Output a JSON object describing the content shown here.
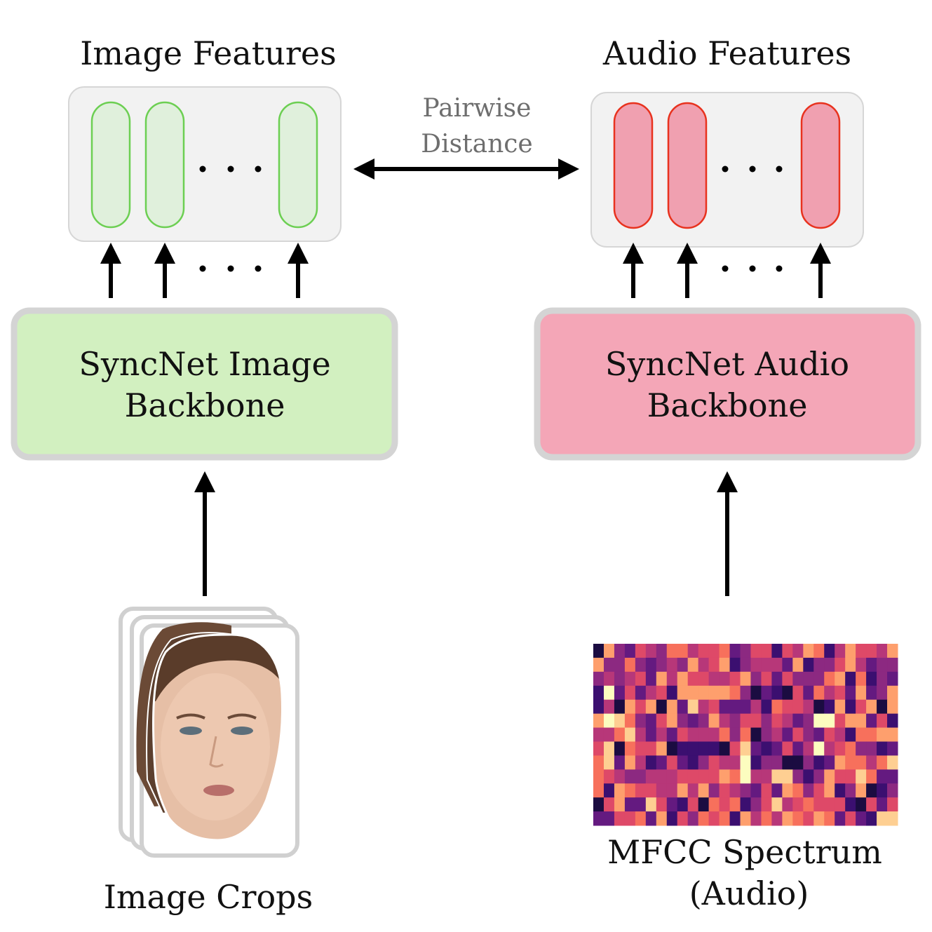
{
  "labels": {
    "image_features": "Image Features",
    "audio_features": "Audio Features",
    "distance_line1": "Pairwise",
    "distance_line2": "Distance",
    "image_backbone_line1": "SyncNet Image",
    "image_backbone_line2": "Backbone",
    "audio_backbone_line1": "SyncNet Audio",
    "audio_backbone_line2": "Backbone",
    "image_crops": "Image Crops",
    "mfcc_line1": "MFCC Spectrum",
    "mfcc_line2": "(Audio)"
  },
  "colors": {
    "image_feature_fill": "#e0f0dc",
    "image_feature_stroke": "#6ccf52",
    "audio_feature_fill": "#f0a0b0",
    "audio_feature_stroke": "#e8321e",
    "image_backbone_fill": "#d2f0c0",
    "audio_backbone_fill": "#f4a6b7",
    "panel_fill": "#f2f2f2",
    "panel_stroke": "#d6d6d6",
    "backbone_stroke": "#d4d4d4",
    "arrow": "#000000"
  },
  "icons": {
    "face_stack": "face-crops-stack-icon",
    "mfcc_grid": "mfcc-heatmap-image"
  }
}
